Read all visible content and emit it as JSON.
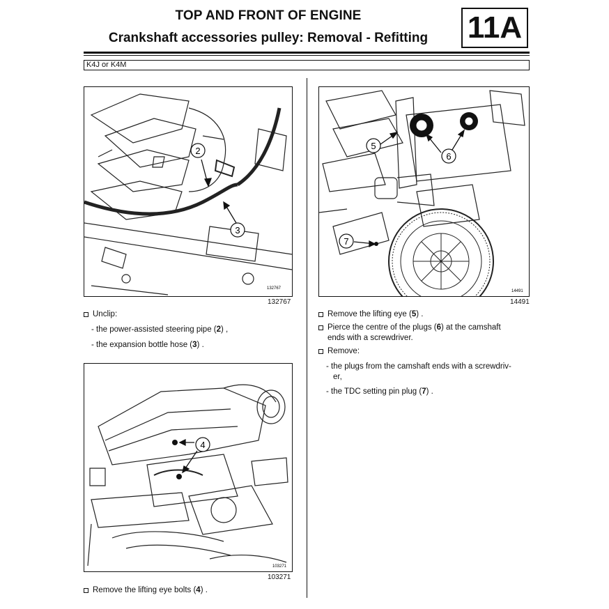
{
  "header": {
    "title_line1": "TOP AND FRONT OF ENGINE",
    "title_line2": "Crankshaft accessories pulley: Removal - Refitting",
    "chapter": "11A",
    "engine": "K4J or K4M"
  },
  "figures": {
    "fig1": {
      "number": "132767",
      "inner_number": "132767",
      "callouts": [
        "2",
        "3"
      ]
    },
    "fig2": {
      "number": "103271",
      "inner_number": "103271",
      "callouts": [
        "4"
      ]
    },
    "fig3": {
      "number": "14491",
      "inner_number": "14491",
      "callouts": [
        "5",
        "6",
        "7"
      ]
    }
  },
  "left_column": {
    "unclip": {
      "label": "Unclip:",
      "item1_text": "the power-assisted steering pipe (",
      "item1_ref": "2",
      "item1_end": ") ,",
      "item2_text": "the expansion bottle hose (",
      "item2_ref": "3",
      "item2_end": ") ."
    },
    "remove_bolts": {
      "text": "Remove the lifting eye bolts (",
      "ref": "4",
      "end": ") ."
    }
  },
  "right_column": {
    "remove_eye": {
      "text": "Remove the lifting eye (",
      "ref": "5",
      "end": ") ."
    },
    "pierce": {
      "line1_a": "Pierce the centre of the plugs (",
      "ref": "6",
      "line1_b": ") at the camshaft",
      "line2": "ends with a screwdriver."
    },
    "remove": {
      "label": "Remove:",
      "item1_line1": "the plugs from the camshaft ends with a screwdriv-",
      "item1_line2": "er,",
      "item2_text": "the TDC setting pin plug (",
      "item2_ref": "7",
      "item2_end": ") ."
    }
  }
}
